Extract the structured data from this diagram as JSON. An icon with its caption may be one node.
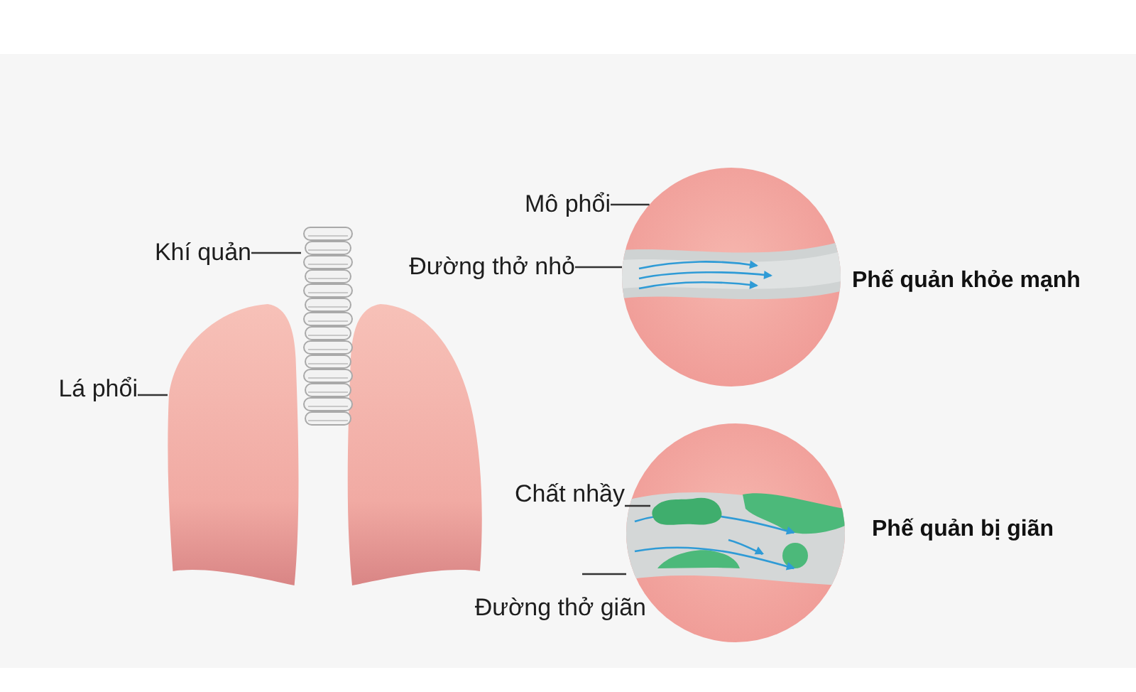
{
  "diagram": {
    "nodes": [
      {
        "text": [
          "Khí quản"
        ]
      },
      {
        "text": [],
        "shape": "picture"
      },
      {
        "text": [
          "Lá phổi"
        ]
      },
      {
        "text": [],
        "shape": "picture"
      },
      {
        "text": [
          "Mô phổi"
        ]
      },
      {
        "text": [
          "Đường thở nhỏ"
        ]
      },
      {
        "text": [],
        "shape": "circle",
        "beside": [
          "Phế quản khỏe mạnh"
        ]
      },
      {
        "text": [],
        "shape": "picture",
        "in": 6
      },
      {
        "text": [
          "Chất nhầy"
        ]
      },
      {
        "text": [
          "Đường thở giãn"
        ]
      },
      {
        "text": [],
        "shape": "circle",
        "beside": [
          "Phế quản bị giãn"
        ]
      },
      {
        "text": [],
        "shape": "picture",
        "in": 10
      },
      {
        "text": [],
        "shape": "picture",
        "in": 11
      }
    ],
    "edges": [
      {
        "from": 0,
        "to": 3,
        "arrow": "none"
      },
      {
        "from": 2,
        "to": 1,
        "arrow": "none"
      },
      {
        "from": 4,
        "to": 6,
        "arrow": "none"
      },
      {
        "from": 5,
        "to": 7,
        "arrow": "none"
      },
      {
        "from": 8,
        "to": 12,
        "arrow": "none"
      },
      {
        "from": 9,
        "to": 11,
        "arrow": "none"
      }
    ]
  }
}
